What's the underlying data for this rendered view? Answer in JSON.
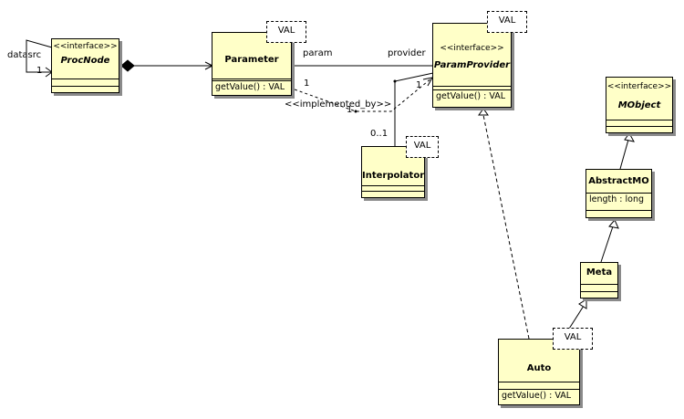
{
  "classes": {
    "procnode": {
      "stereotype": "<<interface>>",
      "name": "ProcNode"
    },
    "parameter": {
      "name": "Parameter",
      "template": "VAL",
      "op": "getValue() : VAL"
    },
    "paramprovider": {
      "stereotype": "<<interface>>",
      "name": "ParamProvider",
      "template": "VAL",
      "op": "getValue() : VAL"
    },
    "interpolator": {
      "name": "Interpolator",
      "template": "VAL"
    },
    "mobject": {
      "stereotype": "<<interface>>",
      "name": "MObject"
    },
    "abstractmo": {
      "name": "AbstractMO",
      "attr": "length : long"
    },
    "meta": {
      "name": "Meta"
    },
    "auto": {
      "name": "Auto",
      "template": "VAL",
      "op": "getValue() : VAL"
    }
  },
  "labels": {
    "datasrc": "datasrc",
    "datasrc_mult": "1",
    "param": "param",
    "provider": "provider",
    "implemented_by": "<<implemented_by>>",
    "impl_mult_param": "1",
    "impl_mult_provider": "1",
    "impl_mult_a": "1",
    "interp_mult": "0..1"
  }
}
